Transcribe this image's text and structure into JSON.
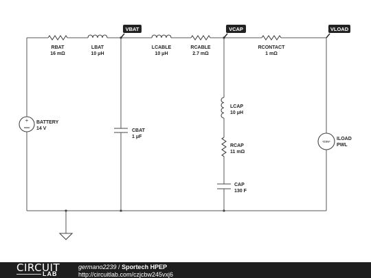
{
  "schematic": {
    "nodes": [
      "VBAT",
      "VCAP",
      "VLOAD"
    ],
    "components": [
      {
        "name": "RBAT",
        "value": "16 mΩ"
      },
      {
        "name": "LBAT",
        "value": "10 μH"
      },
      {
        "name": "LCABLE",
        "value": "10 μH"
      },
      {
        "name": "RCABLE",
        "value": "2.7 mΩ"
      },
      {
        "name": "RCONTACT",
        "value": "1 mΩ"
      },
      {
        "name": "BATTERY",
        "value": "14 V"
      },
      {
        "name": "CBAT",
        "value": "1 μF"
      },
      {
        "name": "LCAP",
        "value": "10 μH"
      },
      {
        "name": "RCAP",
        "value": "11 mΩ"
      },
      {
        "name": "CAP",
        "value": "130 F"
      },
      {
        "name": "ILOAD",
        "value": "PWL"
      }
    ],
    "iload_symbol_text": "CSV"
  },
  "footer": {
    "logo_top": "CIRCUIT",
    "logo_bottom": "LAB",
    "username": "germano2239",
    "separator": " / ",
    "title": "Sportech HPEP",
    "url": "http://circuitlab.com/czjcbw245vxj6"
  }
}
